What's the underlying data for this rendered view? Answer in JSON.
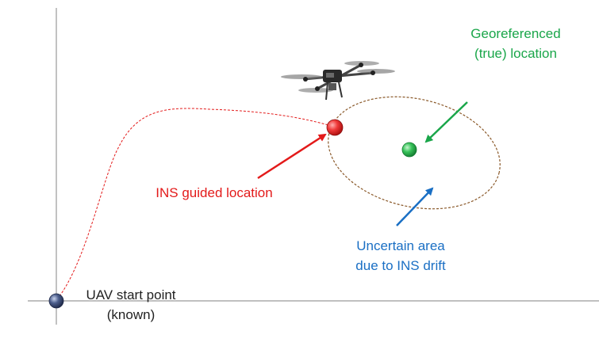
{
  "labels": {
    "true_location": [
      "Georeferenced",
      "(true)  location"
    ],
    "ins_location": [
      "INS guided location"
    ],
    "uncertain_area": [
      "Uncertain area",
      "due to  INS drift"
    ],
    "start_point": [
      "UAV start point",
      "(known)"
    ]
  },
  "colors": {
    "axis": "#9a9a9a",
    "trajectory": "#e31a1a",
    "uncertainty_ellipse": "#8b5a2b",
    "ins_point": "#e31a1a",
    "true_point": "#2ab24a",
    "start_point": "#3b4a6e",
    "true_arrow": "#1aa64a",
    "ins_arrow": "#e31a1a",
    "uncertain_arrow": "#1a6fc4"
  },
  "icons": {
    "uav": "drone-icon"
  }
}
